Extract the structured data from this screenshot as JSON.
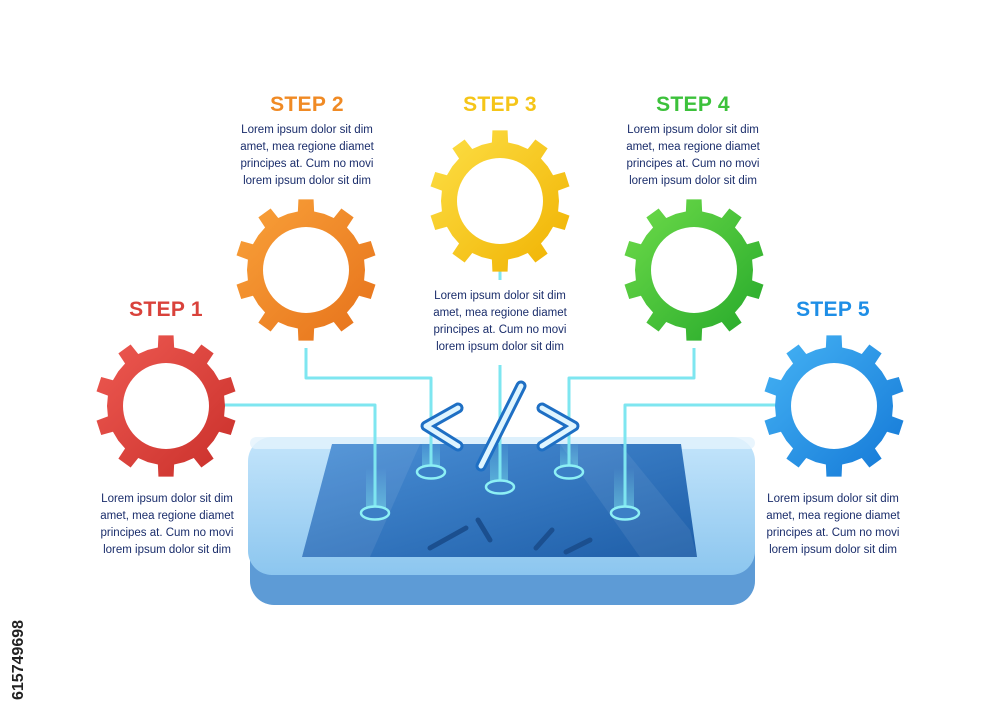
{
  "steps": [
    {
      "title": "STEP 1",
      "color": "#d9423b",
      "text": [
        "Lorem ipsum dolor sit dim",
        "amet, mea regione diamet",
        "principes at. Cum no movi",
        "lorem ipsum dolor sit dim"
      ]
    },
    {
      "title": "STEP 2",
      "color": "#f08a24",
      "text": [
        "Lorem ipsum dolor sit dim",
        "amet, mea regione diamet",
        "principes at. Cum no movi",
        "lorem ipsum dolor sit dim"
      ]
    },
    {
      "title": "STEP 3",
      "color": "#f5c518",
      "text": [
        "Lorem ipsum dolor sit dim",
        "amet, mea regione diamet",
        "principes at. Cum no movi",
        "lorem ipsum dolor sit dim"
      ]
    },
    {
      "title": "STEP 4",
      "color": "#3cc13b",
      "text": [
        "Lorem ipsum dolor sit dim",
        "amet, mea regione diamet",
        "principes at. Cum no movi",
        "lorem ipsum dolor sit dim"
      ]
    },
    {
      "title": "STEP 5",
      "color": "#1e8ee6",
      "text": [
        "Lorem ipsum dolor sit dim",
        "amet, mea regione diamet",
        "principes at. Cum no movi",
        "lorem ipsum dolor sit dim"
      ]
    }
  ],
  "code_symbol": "</>",
  "stock_id": "615749698",
  "colors": {
    "text": "#1a2d6b",
    "line": "#7ee6f0",
    "device_frame": "#a9d7f5",
    "device_screen": "#2f73b8"
  }
}
